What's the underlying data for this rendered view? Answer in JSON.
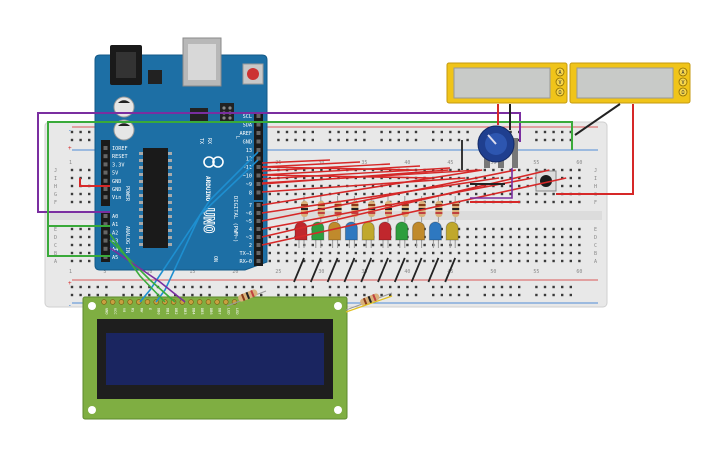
{
  "arduino": {
    "brand": "ARDUINO",
    "model": "UNO",
    "tx_label": "TX",
    "rx_label": "RX",
    "l_label": "L",
    "on_label": "ON",
    "power_section": "POWER",
    "analog_section": "ANALOG IN",
    "digital_section": "DIGITAL (PWM~)",
    "power_pins": [
      "IOREF",
      "RESET",
      "3.3V",
      "5V",
      "GND",
      "GND",
      "Vin"
    ],
    "analog_pins": [
      "A0",
      "A1",
      "A2",
      "A3",
      "A4",
      "A5"
    ],
    "top_pins": [
      "SCL",
      "SDA",
      "AREF",
      "GND",
      "13",
      "12",
      "~11",
      "~10",
      "~9",
      "8"
    ],
    "digital_pins": [
      "7",
      "~6",
      "~5",
      "4",
      "~3",
      "2",
      "TX→1",
      "RX←0"
    ]
  },
  "breadboard": {
    "column_numbers": [
      "1",
      "5",
      "10",
      "15",
      "20",
      "25",
      "30",
      "35",
      "40",
      "45",
      "50",
      "55",
      "60"
    ],
    "row_letters": [
      "A",
      "B",
      "C",
      "D",
      "E",
      "F",
      "G",
      "H",
      "I",
      "J"
    ]
  },
  "multimeters": [
    {
      "buttons": [
        "A",
        "V",
        "Ω"
      ]
    },
    {
      "buttons": [
        "A",
        "V",
        "Ω"
      ]
    }
  ],
  "lcd": {
    "pin_labels": [
      "GND",
      "VCC",
      "V0",
      "RS",
      "RW",
      "E",
      "DB0",
      "DB1",
      "DB2",
      "DB3",
      "DB4",
      "DB5",
      "DB6",
      "DB7",
      "LED",
      "LED"
    ]
  },
  "leds": {
    "colors": [
      "#c0272d",
      "#2e9e3e",
      "#c08a2c",
      "#2e78c0",
      "#c0a82c",
      "#c0272d",
      "#2e9e3e",
      "#c08a2c",
      "#2e78c0",
      "#c0a82c"
    ]
  },
  "colors": {
    "arduino_board": "#1d6fa5",
    "breadboard": "#e8e8e8",
    "lcd_pcb": "#7fae42",
    "lcd_screen": "#1a2560",
    "wire_red": "#d62828",
    "wire_purple": "#7a2ea0",
    "wire_green": "#3aaa3a",
    "wire_blue": "#1e8fd0",
    "wire_black": "#222222",
    "potentiometer": "#1f3f8f"
  }
}
